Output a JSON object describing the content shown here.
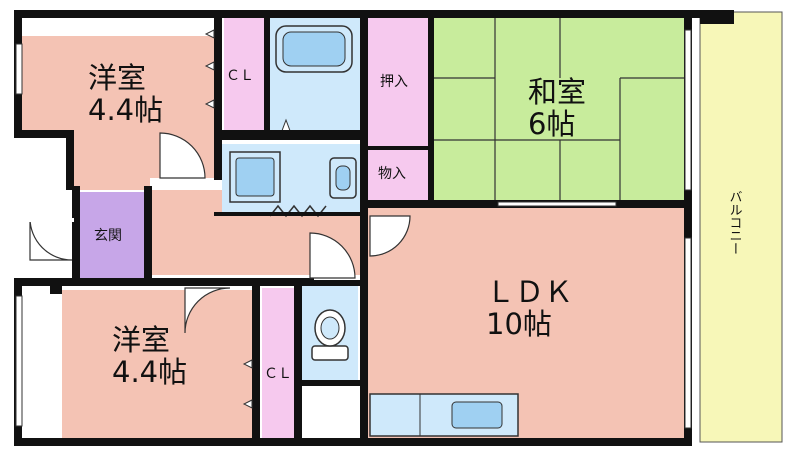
{
  "rooms": {
    "western_top": {
      "name": "洋室",
      "size": "4.4帖"
    },
    "western_bottom": {
      "name": "洋室",
      "size": "4.4帖"
    },
    "japanese": {
      "name": "和室",
      "size": "6帖"
    },
    "ldk": {
      "name": "ＬＤＫ",
      "size": "10帖"
    },
    "entrance": "玄関",
    "closet_top": "ＣＬ",
    "closet_bottom": "ＣＬ",
    "oshiire": "押入",
    "storage": "物入",
    "balcony": "バルコニー"
  },
  "colors": {
    "western": "#f4c3b4",
    "japanese": "#c8ec9c",
    "closet": "#f6c9ee",
    "bath": "#cfe9fb",
    "entrance": "#c7a6e8",
    "balcony": "#f7f7b8",
    "wall": "#111111"
  }
}
